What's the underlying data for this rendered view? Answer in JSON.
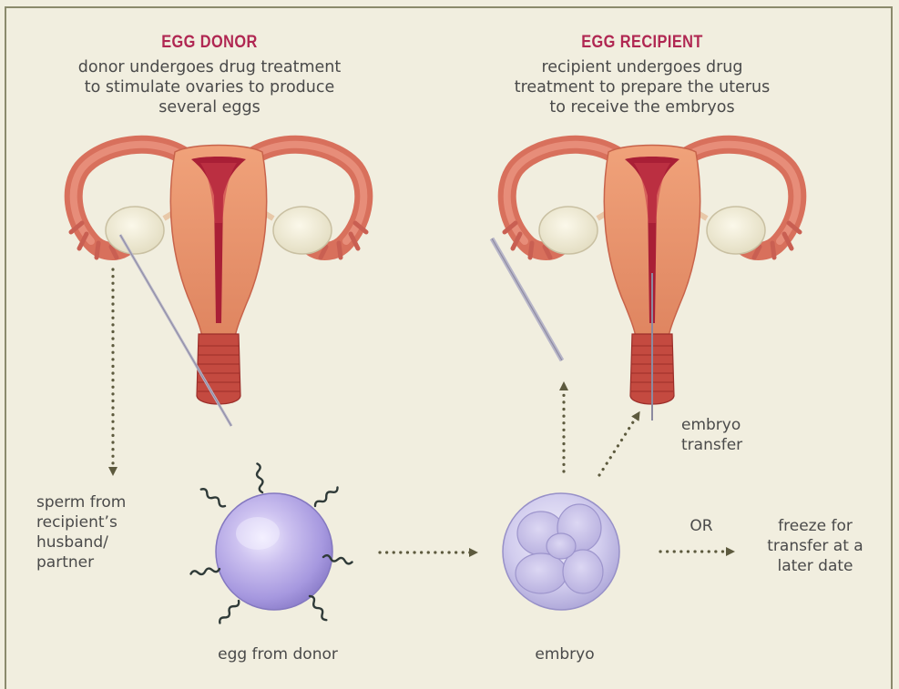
{
  "donor": {
    "heading": "EGG DONOR",
    "description_lines": [
      "donor undergoes drug treatment",
      "to stimulate ovaries to produce",
      "several eggs"
    ]
  },
  "recipient": {
    "heading": "EGG RECIPIENT",
    "description_lines": [
      "recipient undergoes drug",
      "treatment to prepare the uterus",
      "to receive the embryos"
    ]
  },
  "labels": {
    "sperm_lines": [
      "sperm from",
      "recipient’s",
      "husband/",
      "partner"
    ],
    "egg": "egg from donor",
    "embryo": "embryo",
    "embryo_transfer_lines": [
      "embryo",
      "transfer"
    ],
    "or": "OR",
    "freeze_lines": [
      "freeze for",
      "transfer at a",
      "later date"
    ]
  },
  "colors": {
    "background": "#f1eedf",
    "frame": "#8b8a6c",
    "heading": "#b02752",
    "text": "#4a4a4a",
    "arrow": "#5d5a3e",
    "uterus_outer": "#e5956d",
    "uterus_inner": "#b8243c",
    "egg": "#b6aae4",
    "embryo": "#c7c1e8"
  }
}
